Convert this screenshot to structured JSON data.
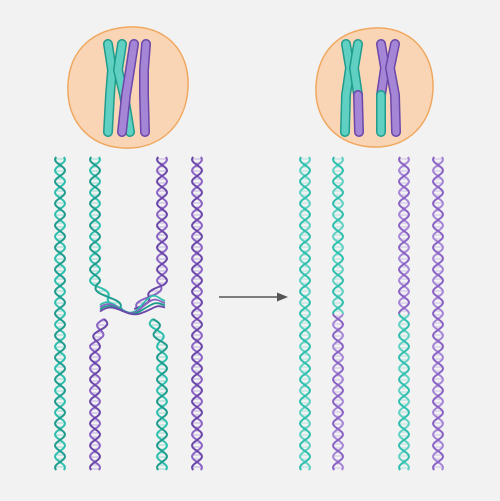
{
  "colors": {
    "background": "#f2f2f2",
    "teal": "#2fbfae",
    "teal_dark": "#1f9c8d",
    "teal_light": "#5fd0c2",
    "purple": "#8a63c4",
    "purple_dark": "#6a47a8",
    "purple_light": "#a585d6",
    "cell_fill": "#f9d5b5",
    "cell_stroke": "#f0a860",
    "arrow": "#555555"
  },
  "icons": {
    "before_cell": "cell-with-crossing-chromosomes-icon",
    "after_cell": "cell-with-recombined-chromosomes-icon",
    "arrow": "right-arrow-icon"
  },
  "strands": {
    "before": [
      {
        "id": "teal-1",
        "segments": [
          {
            "color": "teal",
            "from": 0,
            "to": 1
          }
        ]
      },
      {
        "id": "teal-2",
        "segments": [
          {
            "color": "teal",
            "from": 0,
            "to": 0.47
          },
          {
            "color": "purple",
            "from": 0.53,
            "to": 1
          }
        ]
      },
      {
        "id": "purple-1",
        "segments": [
          {
            "color": "purple",
            "from": 0,
            "to": 0.47
          },
          {
            "color": "teal",
            "from": 0.53,
            "to": 1
          }
        ]
      },
      {
        "id": "purple-2",
        "segments": [
          {
            "color": "purple",
            "from": 0,
            "to": 1
          }
        ]
      }
    ],
    "after": [
      {
        "id": "teal-1",
        "segments": [
          {
            "color": "teal",
            "from": 0,
            "to": 1
          }
        ]
      },
      {
        "id": "teal-2",
        "segments": [
          {
            "color": "teal",
            "from": 0,
            "to": 0.5
          },
          {
            "color": "purple",
            "from": 0.5,
            "to": 1
          }
        ]
      },
      {
        "id": "purple-1",
        "segments": [
          {
            "color": "purple",
            "from": 0,
            "to": 0.5
          },
          {
            "color": "teal",
            "from": 0.5,
            "to": 1
          }
        ]
      },
      {
        "id": "purple-2",
        "segments": [
          {
            "color": "purple",
            "from": 0,
            "to": 1
          }
        ]
      }
    ]
  }
}
